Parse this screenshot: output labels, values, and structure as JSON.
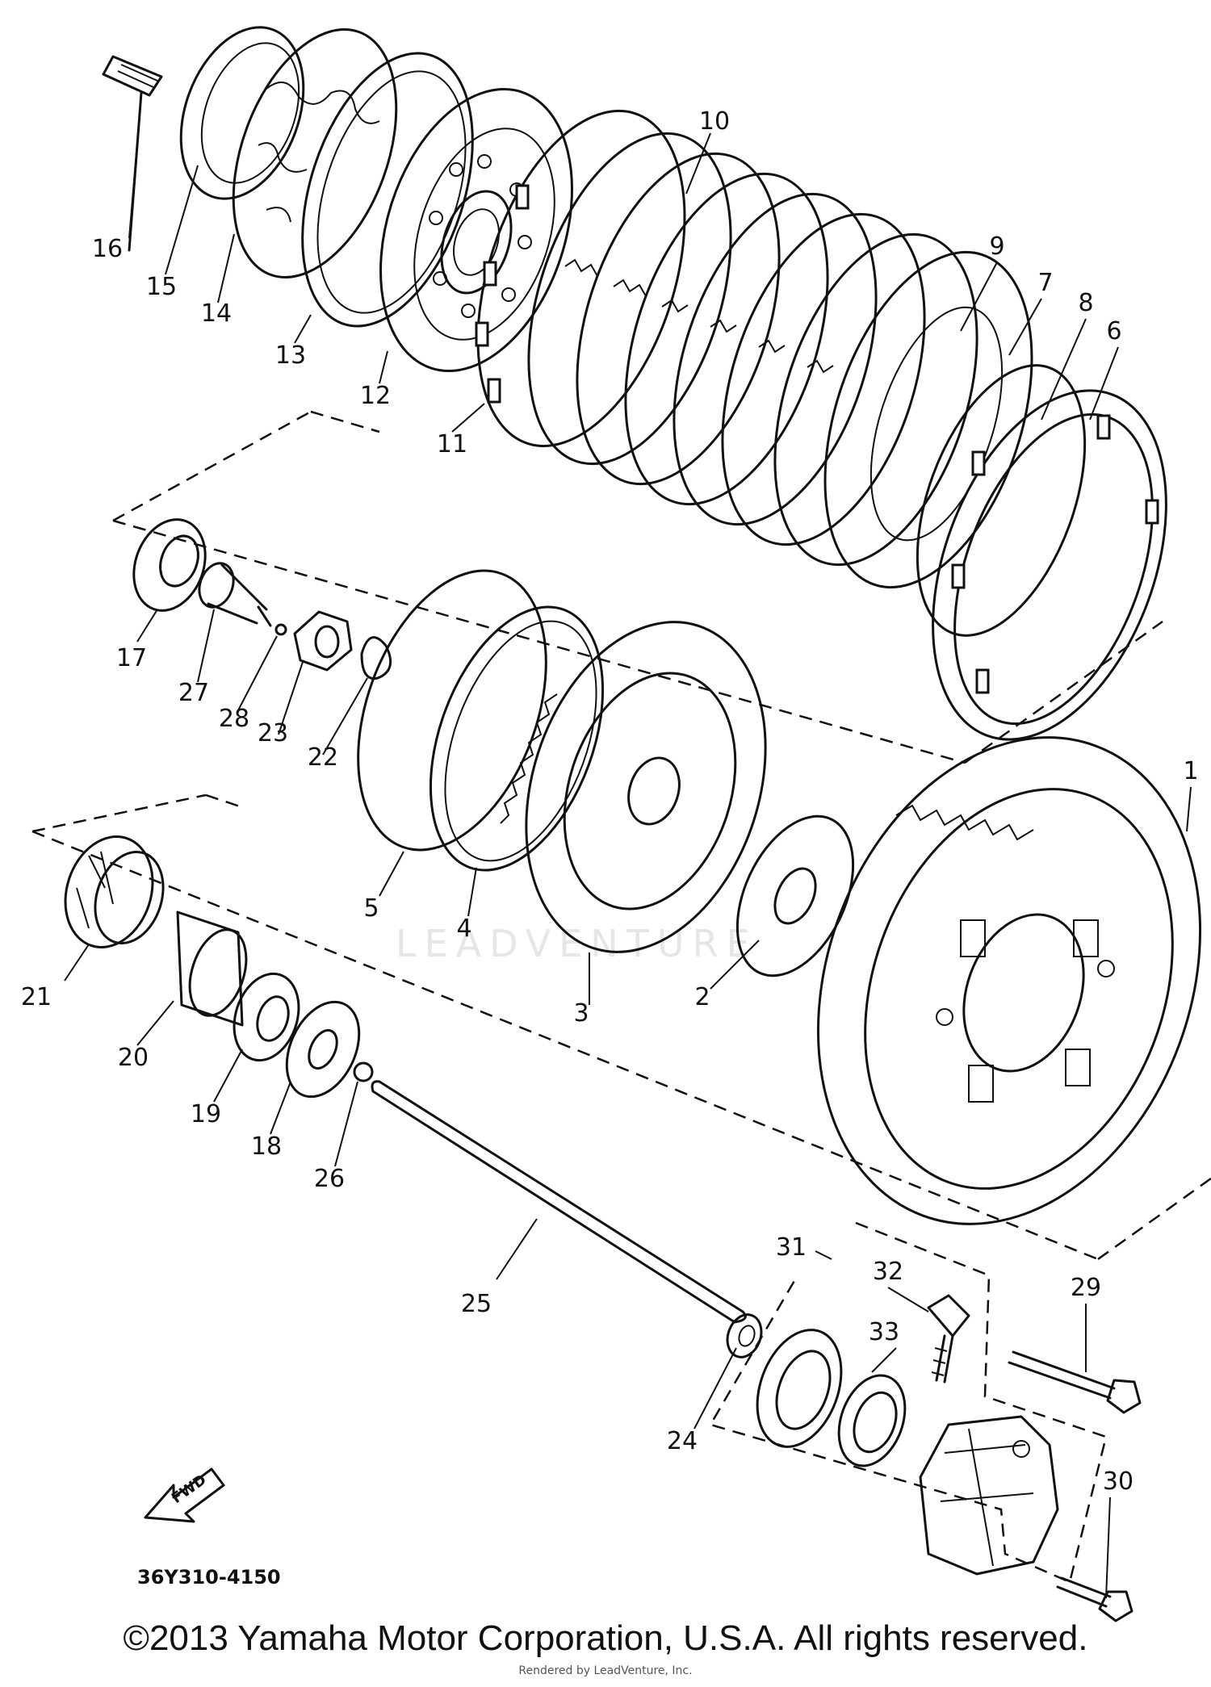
{
  "diagram": {
    "code": "36Y310-4150",
    "fwd_label": "FWD",
    "watermark": "LEADVENTURE",
    "copyright": "©2013 Yamaha Motor Corporation, U.S.A. All rights reserved.",
    "rendered_by": "Rendered by LeadVenture, Inc."
  },
  "callouts": [
    "1",
    "2",
    "3",
    "4",
    "5",
    "6",
    "7",
    "8",
    "9",
    "10",
    "11",
    "12",
    "13",
    "14",
    "15",
    "16",
    "17",
    "18",
    "19",
    "20",
    "21",
    "22",
    "23",
    "24",
    "25",
    "26",
    "27",
    "28",
    "29",
    "30",
    "31",
    "32",
    "33"
  ]
}
